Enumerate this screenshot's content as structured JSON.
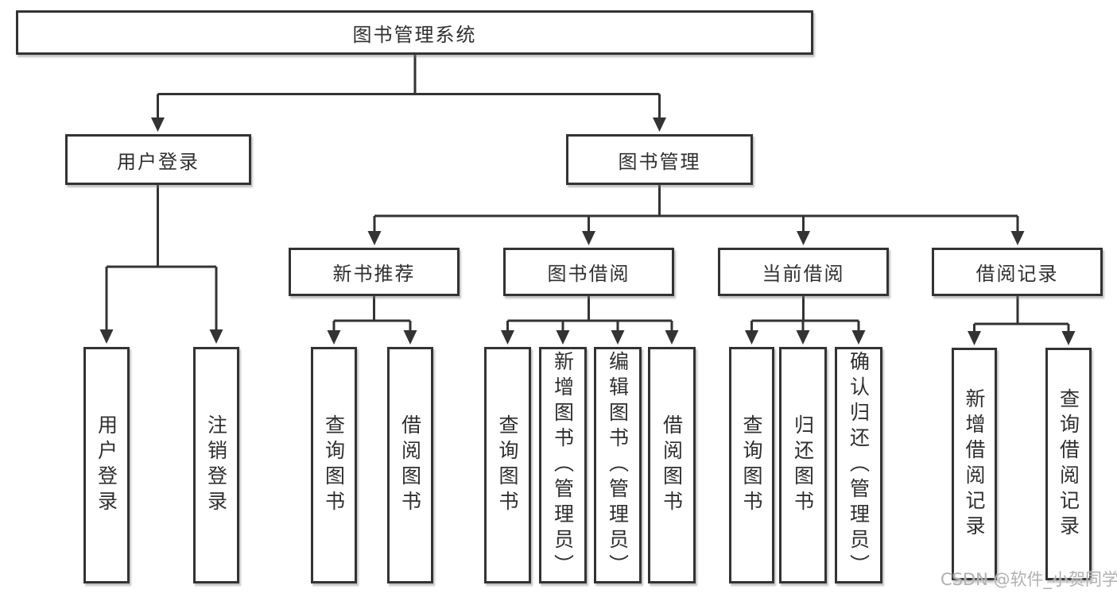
{
  "diagram": {
    "title": "图书管理系统",
    "level2": {
      "user_login": "用户登录",
      "book_management": "图书管理"
    },
    "level3": {
      "new_book_recommend": "新书推荐",
      "book_borrowing": "图书借阅",
      "current_borrowing": "当前借阅",
      "borrowing_records": "借阅记录"
    },
    "leaves": {
      "user_login_children": [
        "用户登录",
        "注销登录"
      ],
      "new_book_children": [
        "查询图书",
        "借阅图书"
      ],
      "book_borrowing_children": [
        "查询图书",
        "新增图书（管理员）",
        "编辑图书（管理员）",
        "借阅图书"
      ],
      "current_borrowing_children": [
        "查询图书",
        "归还图书",
        "确认归还（管理员）"
      ],
      "borrowing_records_children": [
        "新增借阅记录",
        "查询借阅记录"
      ]
    },
    "colors": {
      "line": "#333333",
      "box_border": "#333333",
      "background": "#ffffff",
      "watermark_gray": "#b0b0b0"
    }
  },
  "watermark": {
    "text": "CSDN @软件_小贺同学"
  }
}
